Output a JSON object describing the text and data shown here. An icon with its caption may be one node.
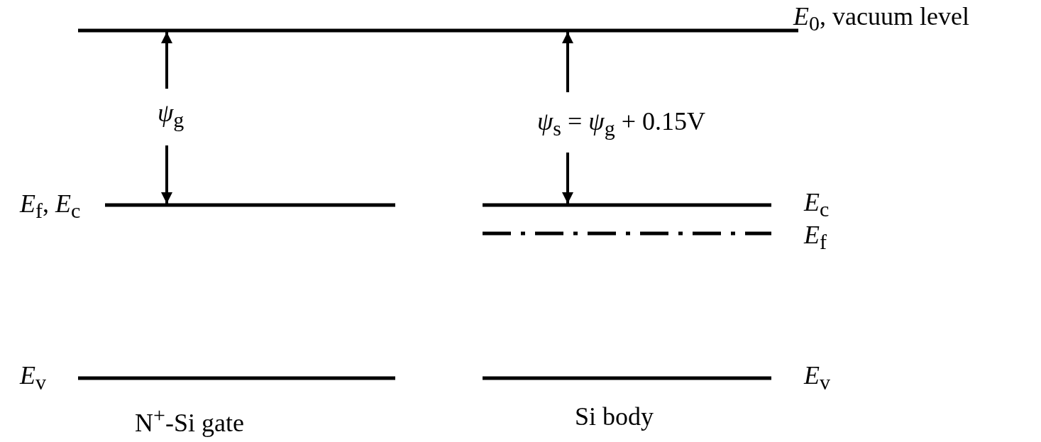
{
  "diagram": {
    "labels": [
      "*E*$_{0}$, vacuum level",
      "*ψ*$_{g}$",
      "*ψ*$_{s}$ = *ψ*$_{g}$ + 0.15V",
      "*E*$_{f}$, *E*$_{c}$",
      "*E*$_{c}$",
      "*E*$_{f}$",
      "*E*$_{v}$",
      "*E*$_{v}$",
      "N$^{+}$-Si gate",
      "Si body"
    ]
  }
}
